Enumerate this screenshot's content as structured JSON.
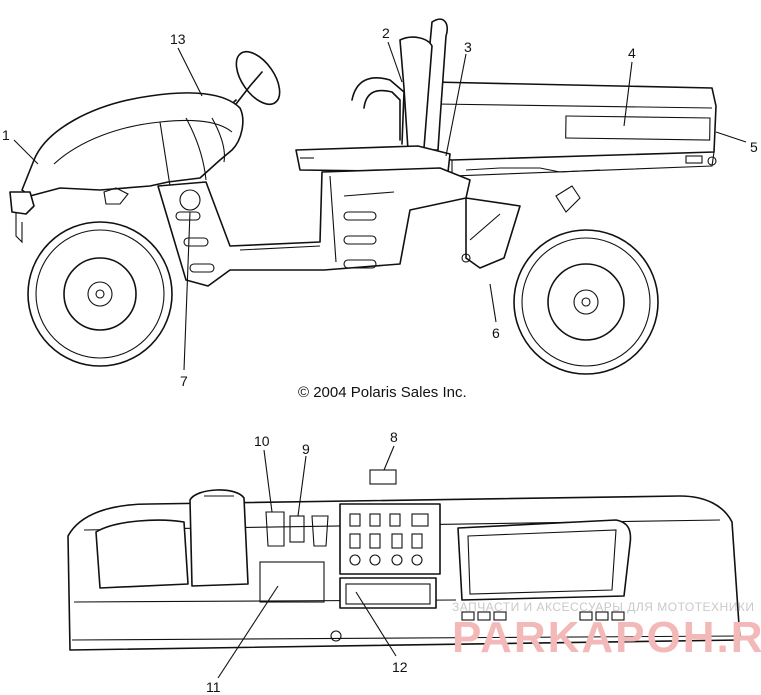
{
  "copyright": "© 2004 Polaris Sales Inc.",
  "callouts": [
    {
      "label": "1"
    },
    {
      "label": "2"
    },
    {
      "label": "3"
    },
    {
      "label": "4"
    },
    {
      "label": "5"
    },
    {
      "label": "6"
    },
    {
      "label": "7"
    },
    {
      "label": "8"
    },
    {
      "label": "9"
    },
    {
      "label": "10"
    },
    {
      "label": "11"
    },
    {
      "label": "12"
    },
    {
      "label": "13"
    }
  ],
  "watermark": {
    "subtitle": "ЗАПЧАСТИ И АКСЕССУАРЫ ДЛЯ МОТОТЕХНИКИ",
    "brand": "PARKAPOH.RU"
  }
}
